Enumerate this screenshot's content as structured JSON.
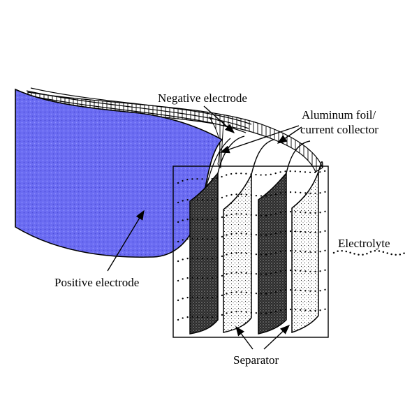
{
  "labels": {
    "negative_electrode": "Negative electrode",
    "aluminum_foil_line1": "Aluminum foil/",
    "aluminum_foil_line2": "current collector",
    "electrolyte": "Electrolyte",
    "positive_electrode": "Positive electrode",
    "separator": "Separator"
  },
  "colors": {
    "positive_electrode": "#6b6cf2",
    "negative_electrode": "#3a3a3a",
    "separator": "#f2f2f2",
    "line": "#000000",
    "background": "#ffffff"
  }
}
